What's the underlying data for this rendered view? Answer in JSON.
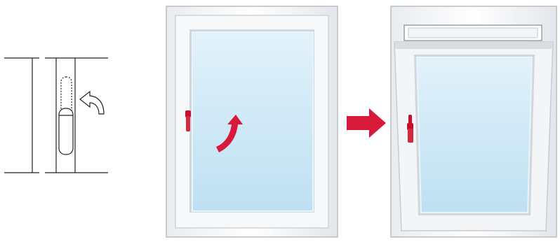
{
  "diagram": {
    "steps": [
      {
        "id": "handle-schematic",
        "handle_state": "turned-up"
      },
      {
        "id": "window-closed",
        "handle_state": "horizontal-to-up",
        "action": "rotate-handle-upward"
      },
      {
        "id": "window-tilted",
        "handle_state": "upright",
        "opening": "tilt-inward-from-top"
      }
    ],
    "transition_icon": "right-arrow-icon",
    "rotation_icon": "curved-arrow-icon"
  },
  "colors": {
    "handle": "#c8102e",
    "arrow": "#d7193a",
    "frame_outer": "#f4f6f8",
    "frame_shadow": "#c9ced3",
    "glass_top": "#dff0fa",
    "glass_bottom": "#bfe1f3",
    "line": "#222222"
  }
}
